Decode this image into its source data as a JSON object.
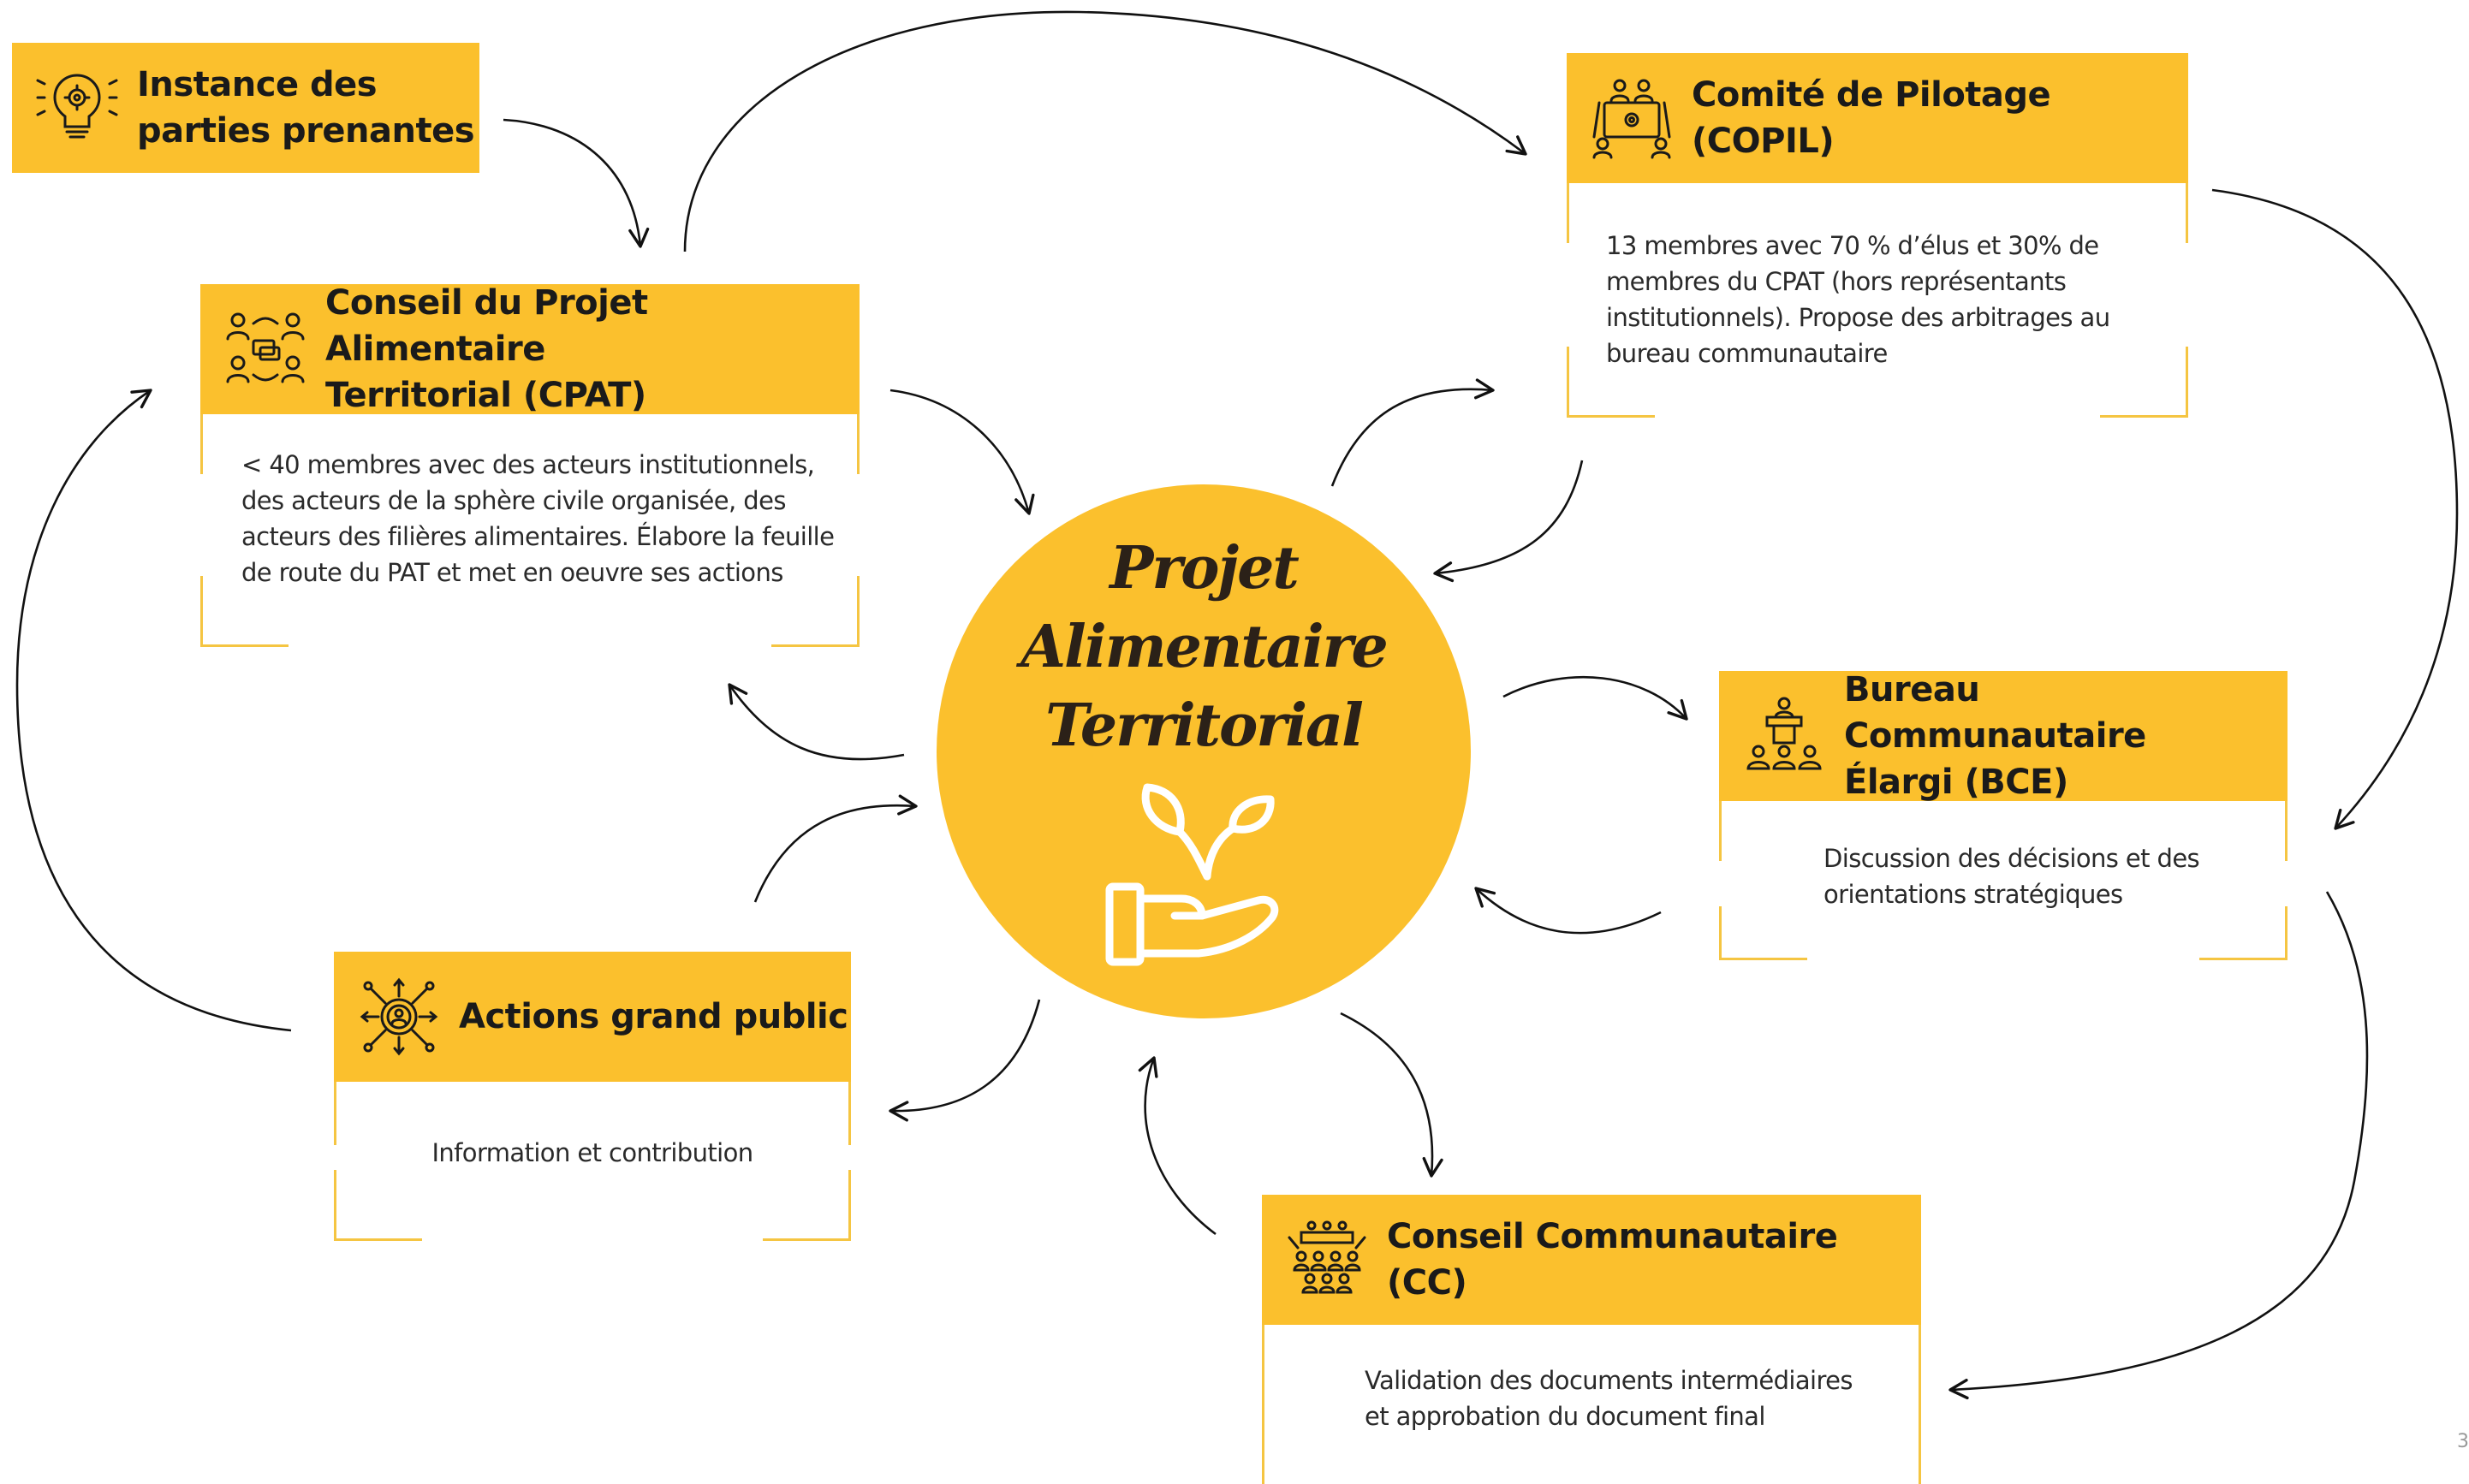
{
  "center": {
    "title": "Projet\nAlimentaire\nTerritorial",
    "icon": "hand-sprout-icon"
  },
  "nodes": {
    "stakeholders": {
      "title": "Instance des\nparties prenantes",
      "icon": "lightbulb-gear-icon"
    },
    "copil": {
      "title": "Comité de Pilotage (COPIL)",
      "icon": "meeting-table-icon",
      "description": "13 membres avec 70 % d’élus et 30% de\nmembres du CPAT (hors représentants\ninstitutionnels). Propose des arbitrages au\nbureau communautaire"
    },
    "cpat": {
      "title": "Conseil du Projet Alimentaire\nTerritorial (CPAT)",
      "icon": "people-discussion-icon",
      "description": "< 40 membres avec des acteurs institutionnels,\ndes acteurs de la sphère civile organisée, des\nacteurs des filières alimentaires. Élabore la feuille\nde route du PAT et met en oeuvre ses actions"
    },
    "bce": {
      "title": "Bureau Communautaire\nÉlargi (BCE)",
      "icon": "podium-audience-icon",
      "description": "Discussion des décisions et des\norientations stratégiques"
    },
    "public": {
      "title": "Actions grand public",
      "icon": "network-gear-person-icon",
      "description": "Information et contribution"
    },
    "cc": {
      "title": "Conseil Communautaire (CC)",
      "icon": "council-assembly-icon",
      "description": "Validation des documents intermédiaires\net approbation du document final"
    }
  },
  "page_number": "3",
  "colors": {
    "accent": "#fbc02d",
    "frame": "#f5c542",
    "text": "#1a1a1a",
    "arrow": "#111111"
  }
}
